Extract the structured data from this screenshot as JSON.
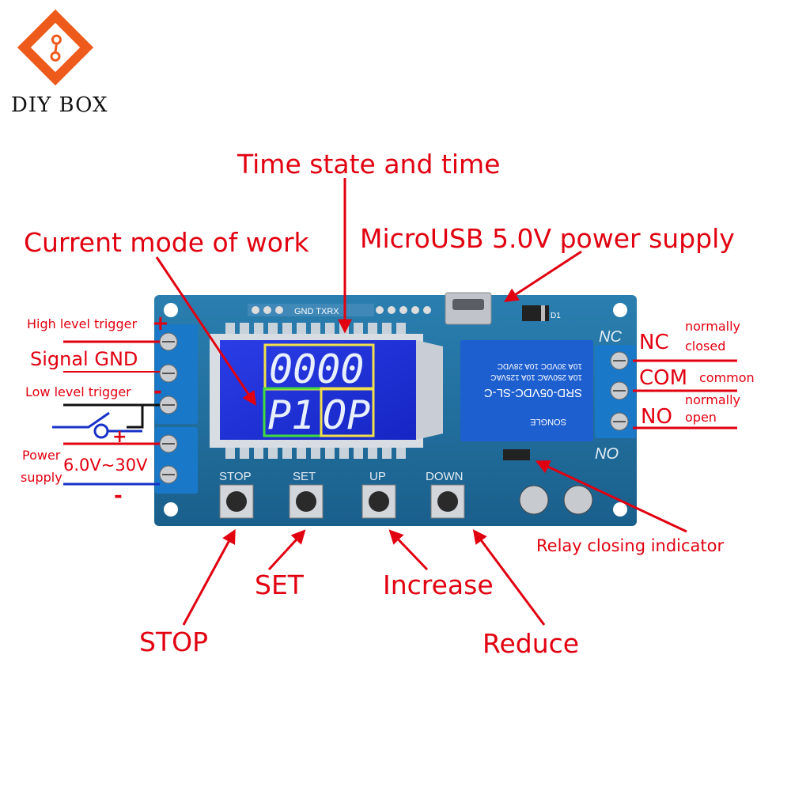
{
  "brand": {
    "name": "DIY BOX",
    "accent": "#ee5a1c"
  },
  "colors": {
    "annotation": "#e10010",
    "board": "#1f6d9c",
    "lcd": "#1f2ed8",
    "terminal": "#1a78c8",
    "relay": "#1d5fcf",
    "wire_blue": "#1832c8",
    "wire_black": "#111111"
  },
  "labels": {
    "time_state": "Time state and time",
    "current_mode": "Current mode of work",
    "microusb": "MicroUSB 5.0V power supply",
    "high_trigger": "High level trigger",
    "signal_gnd": "Signal GND",
    "low_trigger": "Low level trigger",
    "power": "Power",
    "supply": "supply",
    "voltage": "6.0V~30V",
    "plus_top": "+",
    "minus_mid": "-",
    "plus_switch": "+",
    "minus_bottom": "-",
    "nc": "NC",
    "nc_desc1": "normally",
    "nc_desc2": "closed",
    "com": "COM",
    "com_desc": "common",
    "no": "NO",
    "no_desc1": "normally",
    "no_desc2": "open",
    "stop": "STOP",
    "set": "SET",
    "increase": "Increase",
    "reduce": "Reduce",
    "relay_indicator": "Relay closing indicator"
  },
  "board": {
    "silk_nc": "NC",
    "silk_no": "NO",
    "header_label": "GND TXRX",
    "btn_stop": "STOP",
    "btn_set": "SET",
    "btn_up": "UP",
    "btn_down": "DOWN",
    "relay_model": "SRD-05VDC-SL-C",
    "relay_spec1": "10A 250VAC  10A 125VAC",
    "relay_spec2": "10A 30VDC  10A 28VDC",
    "relay_brand": "SONGLE",
    "diode_label": "D1"
  },
  "lcd": {
    "time": "0000",
    "mode": "P1",
    "state": "OP"
  }
}
